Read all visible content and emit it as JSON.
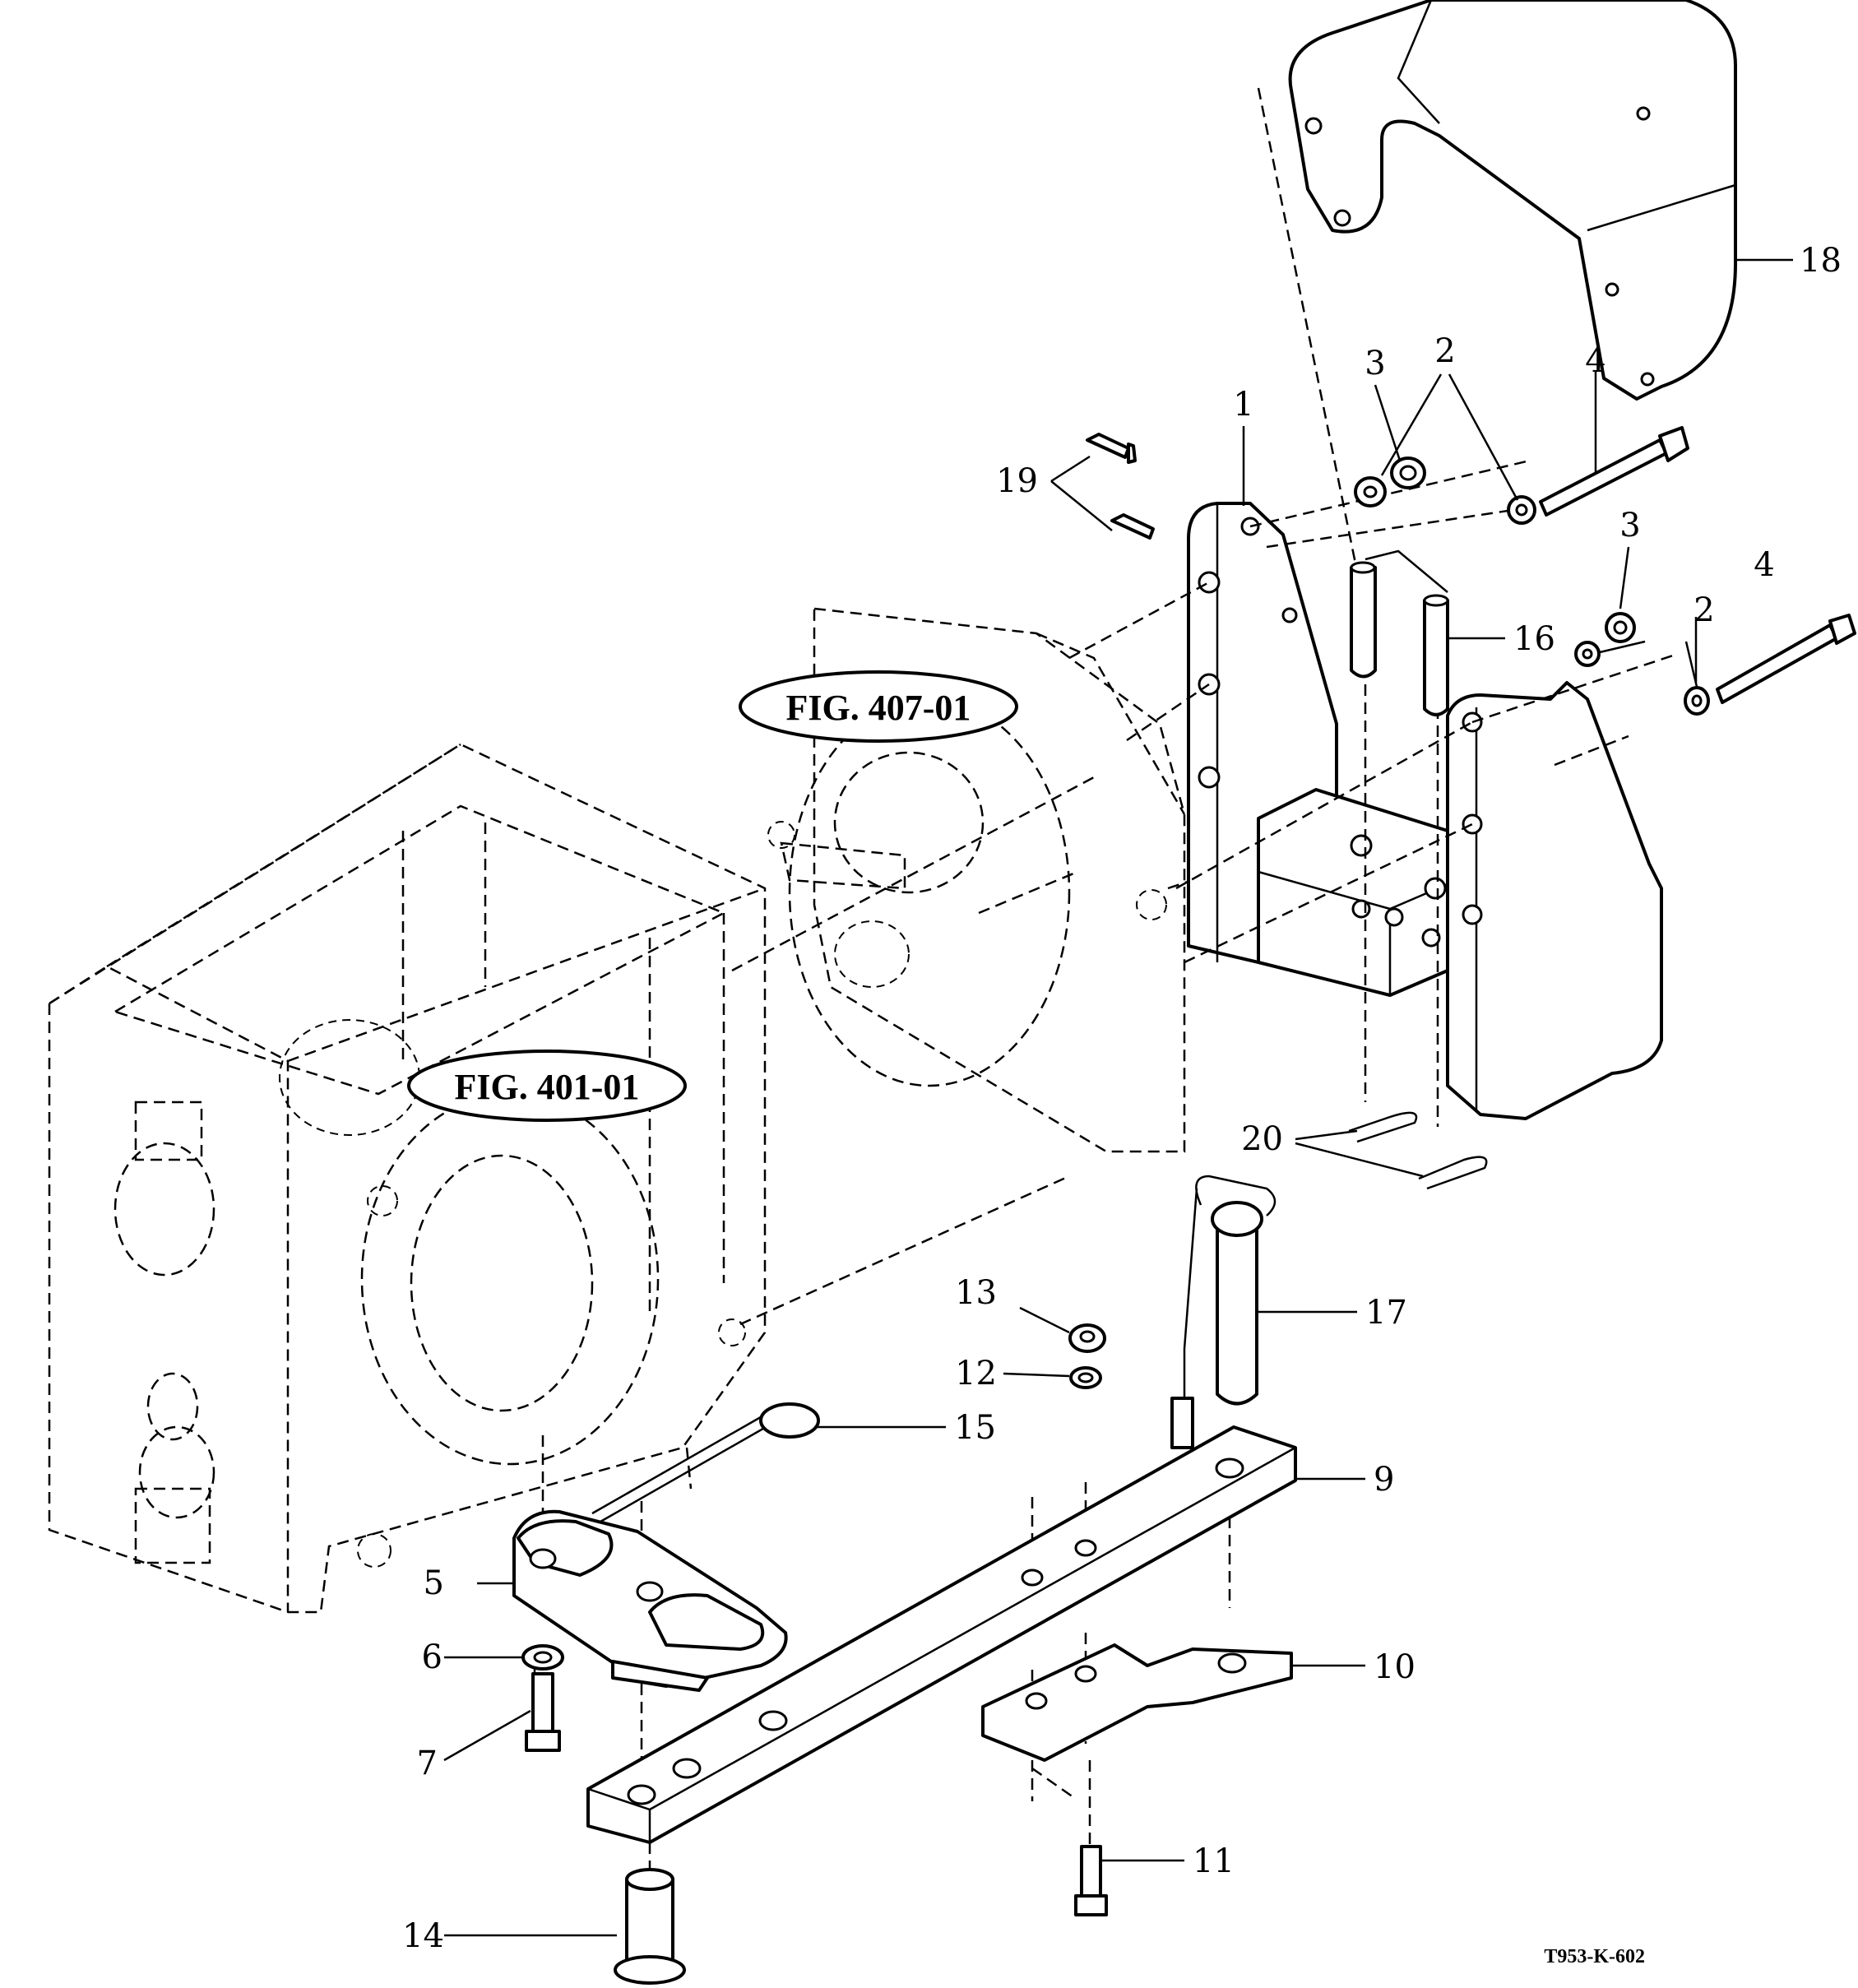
{
  "figure_references": [
    {
      "id": "fig-407",
      "label": "FIG. 407-01"
    },
    {
      "id": "fig-401",
      "label": "FIG. 401-01"
    }
  ],
  "callouts": [
    {
      "id": "c1",
      "label": "1"
    },
    {
      "id": "c2a",
      "label": "2"
    },
    {
      "id": "c2b",
      "label": "2"
    },
    {
      "id": "c3a",
      "label": "3"
    },
    {
      "id": "c3b",
      "label": "3"
    },
    {
      "id": "c4a",
      "label": "4"
    },
    {
      "id": "c4b",
      "label": "4"
    },
    {
      "id": "c5",
      "label": "5"
    },
    {
      "id": "c6",
      "label": "6"
    },
    {
      "id": "c7",
      "label": "7"
    },
    {
      "id": "c9",
      "label": "9"
    },
    {
      "id": "c10",
      "label": "10"
    },
    {
      "id": "c11",
      "label": "11"
    },
    {
      "id": "c12",
      "label": "12"
    },
    {
      "id": "c13",
      "label": "13"
    },
    {
      "id": "c14",
      "label": "14"
    },
    {
      "id": "c15",
      "label": "15"
    },
    {
      "id": "c16",
      "label": "16"
    },
    {
      "id": "c17",
      "label": "17"
    },
    {
      "id": "c18",
      "label": "18"
    },
    {
      "id": "c19",
      "label": "19"
    },
    {
      "id": "c20",
      "label": "20"
    }
  ],
  "drawing_number": "T953-K-602"
}
